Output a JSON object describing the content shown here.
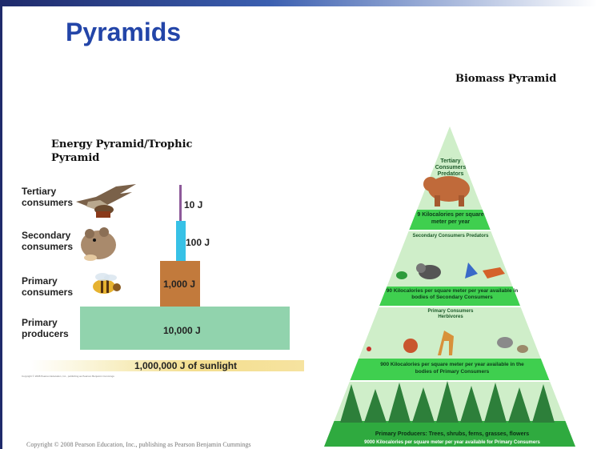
{
  "title": "Pyramids",
  "energy_pyramid": {
    "heading": "Energy Pyramid/Trophic Pyramid",
    "levels": [
      {
        "label": "Tertiary consumers",
        "energy": "10 J",
        "value_j": 10
      },
      {
        "label": "Secondary consumers",
        "energy": "100 J",
        "value_j": 100
      },
      {
        "label": "Primary consumers",
        "energy": "1,000 J",
        "value_j": 1000
      },
      {
        "label": "Primary producers",
        "energy": "10,000 J",
        "value_j": 10000
      }
    ],
    "sunlight": "1,000,000 J of sunlight",
    "copyright_small": "Copyright © 2008 Pearson Education, Inc., publishing as Pearson Benjamin Cummings",
    "colors": {
      "tertiary": "#8e5a9a",
      "secondary": "#37c1e6",
      "primary": "#c27a3c",
      "producers": "#91d3ad",
      "sunlight": "#f4de8e"
    }
  },
  "biomass_pyramid": {
    "heading": "Biomass Pyramid",
    "tertiary": {
      "title": "Tertiary Consumers Predators",
      "band": "9 Kilocalories per square meter per year"
    },
    "secondary": {
      "title": "Secondary Consumers Predators",
      "band": "90 Kilocalories per square meter per year available in bodies of Secondary Consumers"
    },
    "primary": {
      "title": "Primary Consumers Herbivores",
      "band": "900 Kilocalories per square meter per year available in the bodies of Primary Consumers"
    },
    "producers": {
      "title": "Primary Producers:  Trees, shrubs, ferns, grasses, flowers",
      "band": "9000 Kilocalories per square meter per year available for Primary Consumers"
    },
    "colors": {
      "light": "#cfeec9",
      "band": "#3fcf4f",
      "bottom": "#2faa3f"
    }
  },
  "footer": {
    "copyright": "Copyright © 2008 Pearson Education, Inc., publishing as Pearson Benjamin Cummings"
  }
}
